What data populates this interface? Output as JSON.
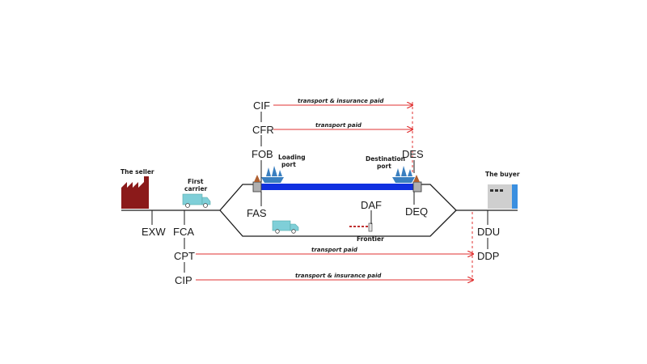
{
  "actors": {
    "seller": "The seller",
    "buyer": "The buyer",
    "first_carrier_line1": "First",
    "first_carrier_line2": "carrier",
    "loading_port_line1": "Loading",
    "loading_port_line2": "port",
    "destination_port_line1": "Destination",
    "destination_port_line2": "port",
    "frontier": "Frontier"
  },
  "terms": {
    "exw": "EXW",
    "fca": "FCA",
    "cpt": "CPT",
    "cip": "CIP",
    "fas": "FAS",
    "fob": "FOB",
    "cfr": "CFR",
    "cif": "CIF",
    "des": "DES",
    "deq": "DEQ",
    "daf": "DAF",
    "ddu": "DDU",
    "ddp": "DDP"
  },
  "arrows": {
    "cif": "transport & insurance paid",
    "cfr": "transport paid",
    "cpt": "transport paid",
    "cip": "transport & insurance paid"
  },
  "colors": {
    "line": "#1a1a1a",
    "arrow": "#e03030",
    "sea": "#1030e0",
    "factory": "#8b1a1a",
    "truck": "#7fcfd8",
    "ship": "#3a7fc0",
    "dock": "#b0b0b0",
    "buyer_building": "#cfcfcf",
    "buyer_accent": "#3a8fe0"
  }
}
